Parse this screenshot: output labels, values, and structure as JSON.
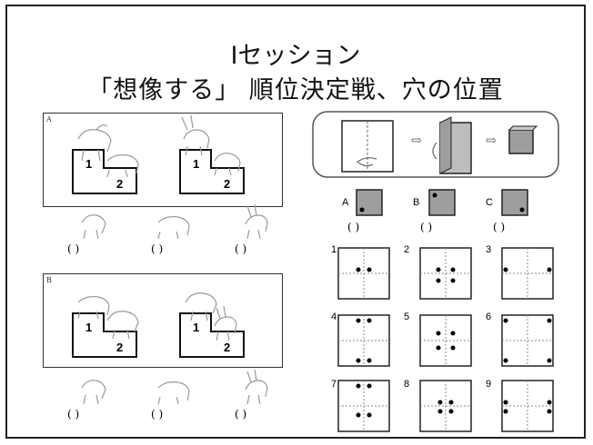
{
  "title_line1": "Iセッション",
  "title_line2": "「想像する」 順位決定戦、穴の位置",
  "puzzle_left": {
    "panel_a_label": "A",
    "panel_b_label": "B",
    "step_upper": "1",
    "step_lower": "2",
    "blank": "(        )"
  },
  "puzzle_right": {
    "fold_arrow": "⇨",
    "options": [
      "A",
      "B",
      "C"
    ],
    "blank": "(        )",
    "answers": [
      "1",
      "2",
      "3",
      "4",
      "5",
      "6",
      "7",
      "8",
      "9"
    ]
  }
}
